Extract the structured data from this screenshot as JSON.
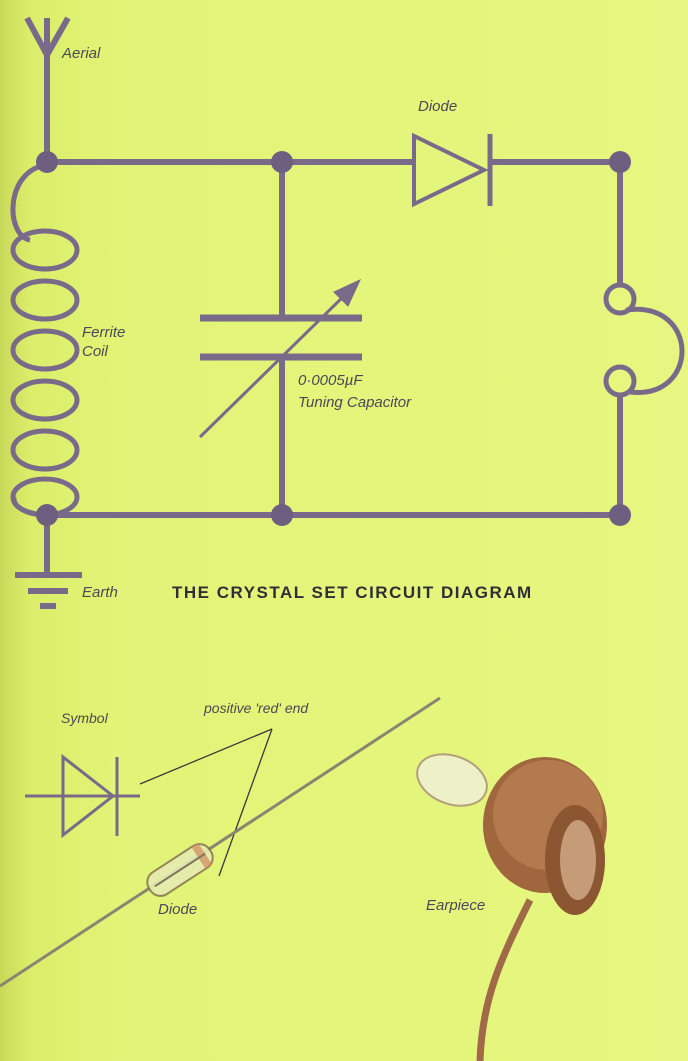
{
  "circuit": {
    "title": "THE CRYSTAL SET CIRCUIT DIAGRAM",
    "labels": {
      "aerial": "Aerial",
      "diode": "Diode",
      "ferrite_coil_line1": "Ferrite",
      "ferrite_coil_line2": "Coil",
      "capacitor_value": "0·0005µF",
      "capacitor_name": "Tuning Capacitor",
      "earth": "Earth"
    }
  },
  "components": {
    "symbol_label": "Symbol",
    "positive_end_label": "positive 'red' end",
    "diode_label": "Diode",
    "earpiece_label": "Earpiece"
  },
  "colors": {
    "wire": "#7a6a8a",
    "background": "#e2f477",
    "earpiece": "#a0673e"
  }
}
